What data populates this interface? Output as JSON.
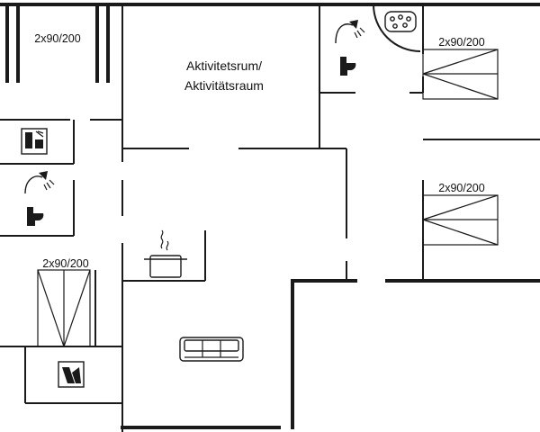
{
  "rooms": {
    "activity_room": {
      "line1": "Aktivitetsrum/",
      "line2": "Aktivitätsraum"
    }
  },
  "beds": {
    "top_left": "2x90/200",
    "top_right": "2x90/200",
    "right_mid": "2x90/200",
    "left_bottom": "2x90/200"
  },
  "icons": [
    "hot-tub-icon",
    "shower-icon",
    "toilet-icon",
    "sauna-icon",
    "stove-pot-icon",
    "sofa-icon",
    "washing-machine-icon",
    "bed-icon"
  ]
}
